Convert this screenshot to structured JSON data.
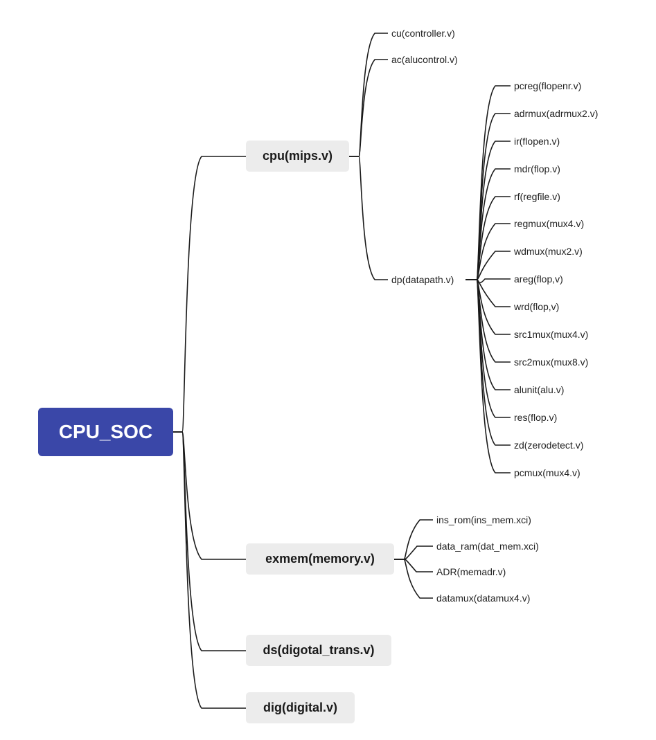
{
  "root": {
    "id": "root",
    "label": "CPU_SOC"
  },
  "branches": [
    {
      "id": "cpu",
      "label": "cpu(mips.v)",
      "children": [
        {
          "id": "cu",
          "label": "cu(controller.v)"
        },
        {
          "id": "ac",
          "label": "ac(alucontrol.v)"
        },
        {
          "id": "dp",
          "label": "dp(datapath.v)",
          "children": [
            {
              "id": "pcreg",
              "label": "pcreg(flopenr.v)"
            },
            {
              "id": "adrmux",
              "label": "adrmux(adrmux2.v)"
            },
            {
              "id": "ir",
              "label": "ir(flopen.v)"
            },
            {
              "id": "mdr",
              "label": "mdr(flop.v)"
            },
            {
              "id": "rf",
              "label": "rf(regfile.v)"
            },
            {
              "id": "regmux",
              "label": "regmux(mux4.v)"
            },
            {
              "id": "wdmux",
              "label": "wdmux(mux2.v)"
            },
            {
              "id": "areg",
              "label": "areg(flop,v)"
            },
            {
              "id": "wrd",
              "label": "wrd(flop,v)"
            },
            {
              "id": "src1mux",
              "label": "src1mux(mux4.v)"
            },
            {
              "id": "src2mux",
              "label": "src2mux(mux8.v)"
            },
            {
              "id": "alunit",
              "label": "alunit(alu.v)"
            },
            {
              "id": "res",
              "label": "res(flop.v)"
            },
            {
              "id": "zd",
              "label": "zd(zerodetect.v)"
            },
            {
              "id": "pcmux",
              "label": "pcmux(mux4.v)"
            }
          ]
        }
      ]
    },
    {
      "id": "exmem",
      "label": "exmem(memory.v)",
      "children": [
        {
          "id": "ins_rom",
          "label": "ins_rom(ins_mem.xci)"
        },
        {
          "id": "data_ram",
          "label": "data_ram(dat_mem.xci)"
        },
        {
          "id": "adr",
          "label": "ADR(memadr.v)"
        },
        {
          "id": "datamux",
          "label": "datamux(datamux4.v)"
        }
      ]
    },
    {
      "id": "ds",
      "label": "ds(digotal_trans.v)"
    },
    {
      "id": "dig",
      "label": "dig(digital.v)"
    }
  ],
  "colors": {
    "root_fill": "#3a47a8",
    "root_text": "#ffffff",
    "branch_fill": "#ececec",
    "line": "#1a1a1a",
    "text": "#222222"
  }
}
